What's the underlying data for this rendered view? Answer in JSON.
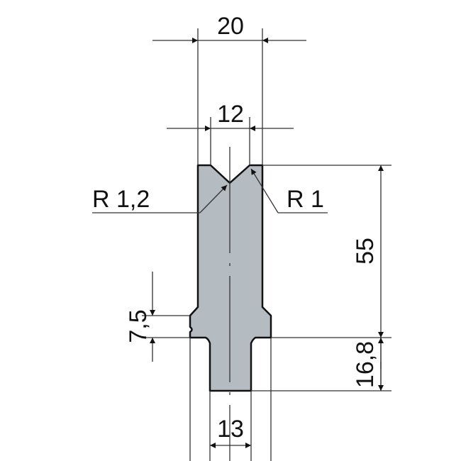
{
  "title": "Press brake punch profile drawing",
  "colors": {
    "profile_fill": "#b4bcc2",
    "outline": "#111111",
    "line": "#333333"
  },
  "dimensions": {
    "overall_width": "20",
    "v_opening": "12",
    "height_upper": "55",
    "height_tang": "16,8",
    "step_height": "7,5",
    "tang_width": "13",
    "radius_v_bottom": "R 1,2",
    "radius_v_edge": "R 1"
  }
}
